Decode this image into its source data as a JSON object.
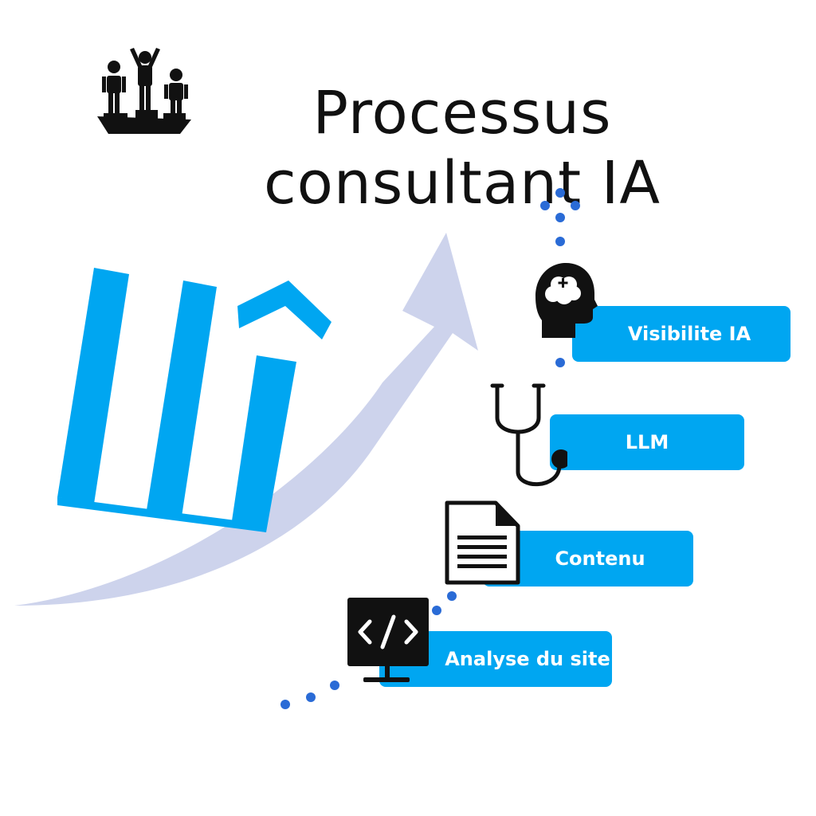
{
  "title": {
    "line1": "Processus",
    "line2": "consultant IA"
  },
  "steps": [
    {
      "label": "Visibilite IA",
      "icon": "head-brain-icon"
    },
    {
      "label": "LLM",
      "icon": "stethoscope-icon"
    },
    {
      "label": "Contenu",
      "icon": "document-icon"
    },
    {
      "label": "Analyse du site",
      "icon": "code-monitor-icon"
    }
  ],
  "colors": {
    "accent": "#00a6f1",
    "arrow": "#cdd3ec",
    "dots": "#2a6bd6",
    "ink": "#111111"
  }
}
